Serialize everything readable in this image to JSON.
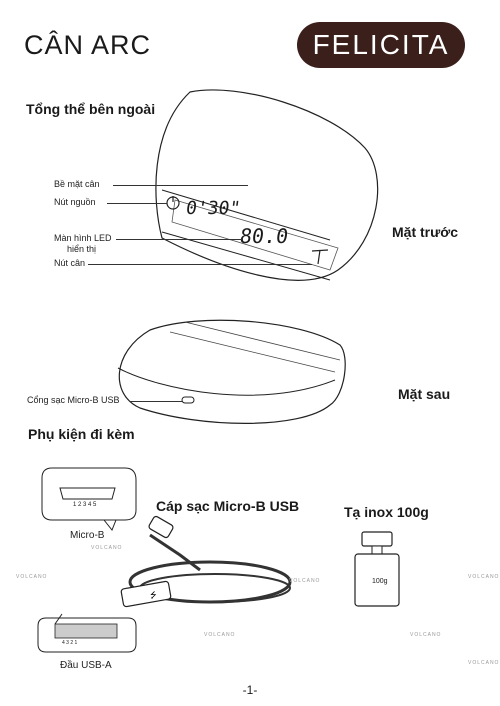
{
  "header": {
    "title": "CÂN ARC",
    "brand": "FELICITA"
  },
  "sections": {
    "exterior": "Tổng thể bên ngoài",
    "accessories": "Phụ kiện đi kèm"
  },
  "scale_labels": {
    "surface": "Bề mặt cân",
    "power_button": "Nút nguồn",
    "led_display_line1": "Màn hình LED",
    "led_display_line2": "hiển thị",
    "tare_button": "Nút cân",
    "charging_port": "Cổng sạc Micro-B USB"
  },
  "views": {
    "front": "Mặt trước",
    "back": "Mặt sau"
  },
  "display": {
    "timer": "0'30\"",
    "weight": "80.0"
  },
  "accessories": {
    "cable_title": "Cáp sạc Micro-B USB",
    "weight_title": "Tạ inox 100g",
    "micro_b_pins": "1 2 3 4 5",
    "micro_b_label": "Micro-B",
    "usb_a_pins": "4  3  2  1",
    "usb_a_label": "Đầu USB-A",
    "weight_marking": "100g"
  },
  "watermark": {
    "text": "VOLCANO"
  },
  "footer": {
    "page": "-1-"
  }
}
